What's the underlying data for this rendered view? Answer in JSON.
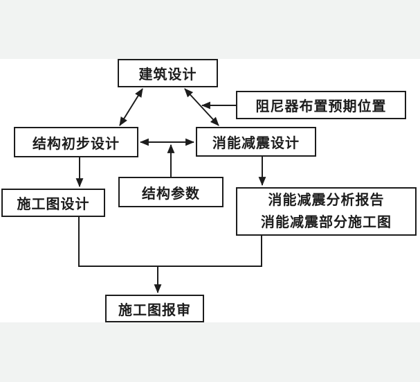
{
  "diagram": {
    "title": "energy-dissipation-design-workflow-flowchart",
    "nodes": {
      "building_design": {
        "label": "建筑设计"
      },
      "damper_position": {
        "label": "阻尼器布置预期位置"
      },
      "structural_preliminary": {
        "label": "结构初步设计"
      },
      "energy_dissipation_design": {
        "label": "消能减震设计"
      },
      "construction_drawing": {
        "label": "施工图设计"
      },
      "structural_parameters": {
        "label": "结构参数"
      },
      "analysis_report": {
        "line1": "消能减震分析报告",
        "line2": "消能减震部分施工图"
      },
      "drawing_submission": {
        "label": "施工图报审"
      }
    },
    "edges": [
      {
        "from": "building_design",
        "to": "structural_preliminary",
        "style": "double-arrow"
      },
      {
        "from": "building_design",
        "to": "energy_dissipation_design",
        "style": "double-arrow"
      },
      {
        "from": "damper_position",
        "to": "link(building_design~energy_dissipation_design)",
        "style": "arrow"
      },
      {
        "from": "structural_preliminary",
        "to": "energy_dissipation_design",
        "style": "double-arrow"
      },
      {
        "from": "structural_parameters",
        "to": "link(structural_preliminary~energy_dissipation_design)",
        "style": "arrow"
      },
      {
        "from": "structural_preliminary",
        "to": "construction_drawing",
        "style": "arrow"
      },
      {
        "from": "energy_dissipation_design",
        "to": "analysis_report",
        "style": "arrow"
      },
      {
        "from": "construction_drawing",
        "to": "drawing_submission",
        "style": "arrow-merged"
      },
      {
        "from": "analysis_report",
        "to": "drawing_submission",
        "style": "arrow-merged"
      }
    ],
    "colors": {
      "line": "#1c1c1c",
      "box_background": "#ffffff",
      "canvas_background": "#ffffff",
      "margin_background": "#f1f3f2"
    }
  }
}
